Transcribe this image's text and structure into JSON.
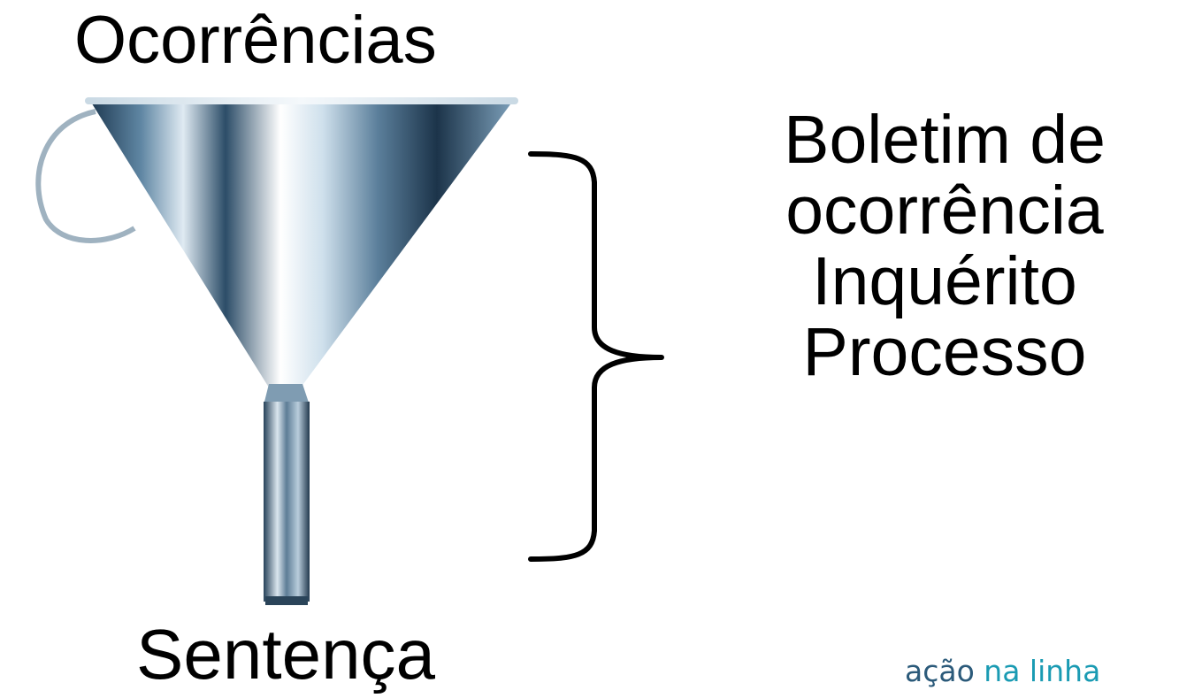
{
  "diagram": {
    "top_label": "Ocorrências",
    "bottom_label": "Sentença",
    "stages": [
      "Boletim de",
      "ocorrência",
      "Inquérito",
      "Processo"
    ]
  },
  "watermark": {
    "part1": "ação",
    "part2": "na linha"
  },
  "colors": {
    "text": "#000000",
    "watermark_dark": "#2b5a7a",
    "watermark_light": "#1a9bb3",
    "funnel_dark": "#1f3a52",
    "funnel_light": "#e8f1f7"
  },
  "icons": {
    "funnel": "funnel-icon",
    "brace": "right-curly-brace"
  }
}
